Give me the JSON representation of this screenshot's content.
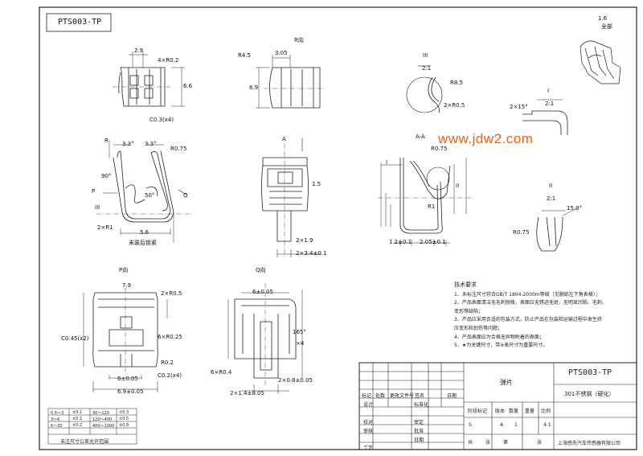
{
  "header": {
    "part_code_mirrored": "PTS003-TP"
  },
  "views": {
    "r_view": "R向",
    "p_view": "P向",
    "q_view": "Q向",
    "a_a": "A-A",
    "section_a": "A",
    "detail_1": "I",
    "detail_2": "II",
    "detail_3": "III",
    "scale_2_1": "2:1",
    "arrow_r": "R",
    "arrow_p": "P",
    "arrow_q": "Q",
    "mark_3": "III"
  },
  "dimensions": {
    "d_2_9": "2.9",
    "d_4xr02": "4×R0.2",
    "d_6_6": "6.6",
    "d_c03x4": "C0.3(x4)",
    "d_r45": "R4.5",
    "d_3_05": "3.05",
    "d_6_9": "6.9",
    "d_3_3a": "3.3°",
    "d_3_3b": "3.3°",
    "d_r075": "R0.75",
    "d_90": "90°",
    "d_50": "50°",
    "d_2xr1": "2×R1",
    "d_5_6": "5.6",
    "d_caption_free": "未装后锁紧",
    "d_1_5": "1.5",
    "d_2x1p9": "2×1.9",
    "d_2x34": "2×3.4±0.1",
    "d_r85": "R8.5",
    "d_2xr05": "2×R0.5",
    "d_2x15": "2×15°",
    "d_r075b": "R0.75",
    "d_1_2": "1.2±0.1",
    "d_r1": "R1",
    "d_2_05": "2.05±0.1",
    "d_15": "15.0°",
    "d_r075c": "R0.75",
    "d_7_9": "7.9",
    "d_2xr05b": "2×R0.5",
    "d_6xr025": "6×R0.25",
    "d_c045": "C0.45(x2)",
    "d_r02": "R0.2",
    "d_c02x4": "C0.2(x4)",
    "d_6_05": "6±0.05",
    "d_6_9b": "6.9±0.05",
    "d_6_05q": "6±0.05",
    "d_6xr04": "6×R0.4",
    "d_165": "165°",
    "d_2x08": "2×0.8±0.05",
    "d_2x14": "2×1.4±0.05",
    "d_x4": "×4"
  },
  "notes": {
    "title": "技术要求",
    "items": [
      "1、未标注尺寸符合GB/T 1804-2000m等级（见删纸左下角表格）；",
      "2、产品表面清洁无毛刺锐棱，表面应无锈迹无斑，无明显凹陷、毛刺、",
      "   变形等缺陷；",
      "3、产品应采用合适的包装方式，防止产品在包装和运输过程中发生挤",
      "   压变形和划伤等问题；",
      "4、产品表面应为合格无异物附着的表面；",
      "5、★为关键尺寸，带※表尺寸为重要尺寸。"
    ]
  },
  "watermark": "www.jdw2.com",
  "corner": {
    "roughness": "1.6",
    "label": "全部"
  },
  "title_block": {
    "part_name": "弹片",
    "code": "PTS003-TP",
    "material": "301不锈钢（硬化）",
    "company": "上海感先汽车传感器有限公司",
    "col_stage": "阶段标记",
    "col_version": "版本",
    "col_qty": "数量",
    "col_weight": "重量",
    "col_scale": "比例",
    "stage": "S",
    "version": "A",
    "qty": "1",
    "scale": "4:1",
    "total": "共",
    "sheets": "张",
    "sheet_no": "第",
    "sheets2": "张",
    "rev_mark": "标记",
    "rev_count": "处数",
    "rev_file": "更改文件号",
    "rev_sign": "签名",
    "rev_date": "日期",
    "design": "设计",
    "check": "校对",
    "review": "审核",
    "craft": "工艺",
    "std": "标准化",
    "examine": "审定",
    "approve": "批准",
    "date": "日期"
  },
  "tolerance_note": "未注尺寸公差允许范围",
  "tolerance_rows": [
    [
      "0.5～3",
      "±0.1",
      "30～120",
      "±0.3"
    ],
    [
      "3～6",
      "±0.1",
      "120～400",
      "±0.5"
    ],
    [
      "6～30",
      "±0.2",
      "400～1000",
      "±0.8"
    ]
  ]
}
